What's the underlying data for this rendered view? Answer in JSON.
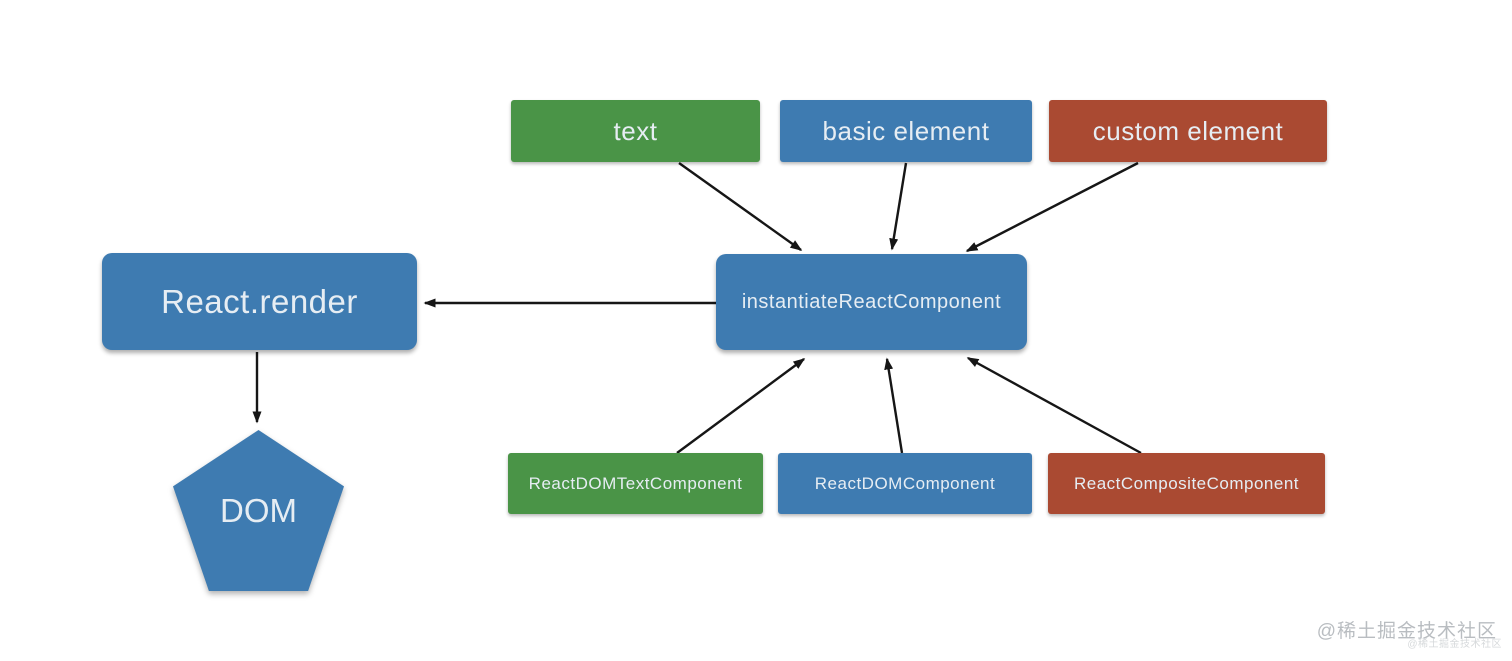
{
  "diagram": {
    "top_row": [
      {
        "id": "text",
        "label": "text",
        "color": "green"
      },
      {
        "id": "basic-element",
        "label": "basic element",
        "color": "blue"
      },
      {
        "id": "custom-element",
        "label": "custom element",
        "color": "red"
      }
    ],
    "center_node": {
      "id": "instantiate-react-component",
      "label": "instantiateReactComponent",
      "color": "blue"
    },
    "render_node": {
      "id": "react-render",
      "label": "React.render",
      "color": "blue"
    },
    "dom_node": {
      "id": "dom",
      "label": "DOM",
      "color": "blue",
      "shape": "pentagon"
    },
    "bottom_row": [
      {
        "id": "react-dom-text-component",
        "label": "ReactDOMTextComponent",
        "color": "green"
      },
      {
        "id": "react-dom-component",
        "label": "ReactDOMComponent",
        "color": "blue"
      },
      {
        "id": "react-composite-component",
        "label": "ReactCompositeComponent",
        "color": "red"
      }
    ],
    "edges": [
      {
        "from": "text",
        "to": "instantiate-react-component"
      },
      {
        "from": "basic-element",
        "to": "instantiate-react-component"
      },
      {
        "from": "custom-element",
        "to": "instantiate-react-component"
      },
      {
        "from": "react-dom-text-component",
        "to": "instantiate-react-component"
      },
      {
        "from": "react-dom-component",
        "to": "instantiate-react-component"
      },
      {
        "from": "react-composite-component",
        "to": "instantiate-react-component"
      },
      {
        "from": "instantiate-react-component",
        "to": "react-render"
      },
      {
        "from": "react-render",
        "to": "dom"
      }
    ]
  },
  "watermark": {
    "text": "@稀土掘金技术社区",
    "shadow_text": "@稀土掘金技术社区"
  },
  "colors": {
    "green": "#4a9447",
    "blue": "#3e7bb1",
    "red": "#aa4a32",
    "arrow": "#161616",
    "box_text": "#e6edf3",
    "watermark": "#b9bdc1",
    "watermark_faint": "#d6d9db",
    "background": "#ffffff"
  }
}
